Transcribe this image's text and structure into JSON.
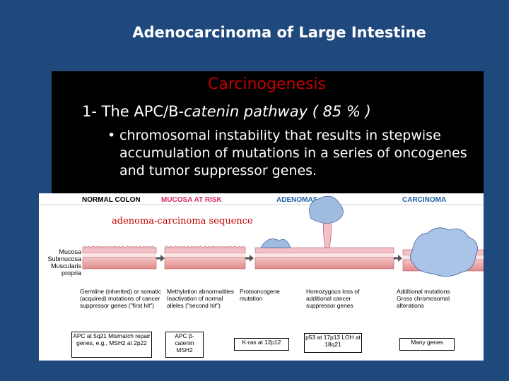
{
  "slide": {
    "title": "Adenocarcinoma  of Large Intestine",
    "subtitle": "Carcinogenesis",
    "pathway_prefix": "1- The APC/B-",
    "pathway_italic": "catenin pathway ( 85 % )",
    "bullet_mark": "•",
    "bullet_text": "chromosomal  instability that results in stepwise accumulation of mutations in a series of oncogenes and tumor suppressor genes."
  },
  "figure": {
    "stages": [
      "NORMAL COLON",
      "MUCOSA AT RISK",
      "ADENOMAS",
      "CARCINOMA"
    ],
    "stage_colors": [
      "#000000",
      "#d52b6b",
      "#1c5fa8",
      "#1c5fa8"
    ],
    "overlay_label": "adenoma-carcinoma sequence",
    "layer_labels": [
      "Mucosa",
      "Submucosa",
      "Muscularis",
      "propria"
    ],
    "events": [
      "Germline (inherited) or somatic (acquired) mutations of cancer suppressor genes (\"first hit\")",
      "Methylation abnormalities Inactivation of normal alleles (\"second hit\")",
      "Protooncogene mutation",
      "Homozygous loss of additional cancer suppressor genes",
      "Additional mutations Gross chromosomal alterations"
    ],
    "genes": [
      "APC at 5q21 Mismatch repair genes, e.g., MSH2 at 2p22",
      "APC β-catenin MSH2",
      "K-ras at 12p12",
      "p53 at 17p13 LOH at 18q21",
      "Many genes"
    ]
  }
}
